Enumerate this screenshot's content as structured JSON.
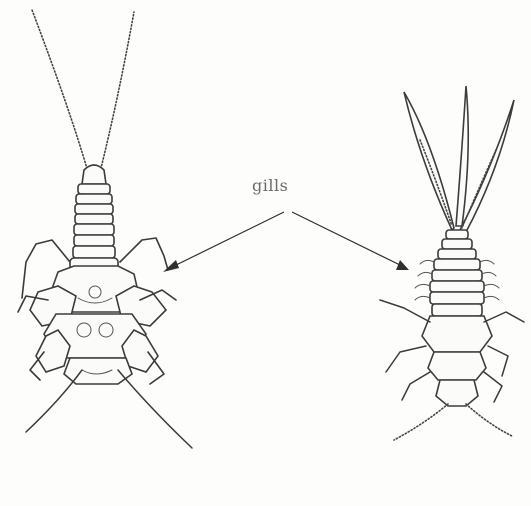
{
  "figure": {
    "label_text": "gills",
    "background": "#fdfdfc",
    "ink_color": "#3a3a3a"
  },
  "left_specimen": {
    "icon": "insect-nymph-illustration"
  },
  "right_specimen": {
    "icon": "insect-nymph-illustration"
  }
}
